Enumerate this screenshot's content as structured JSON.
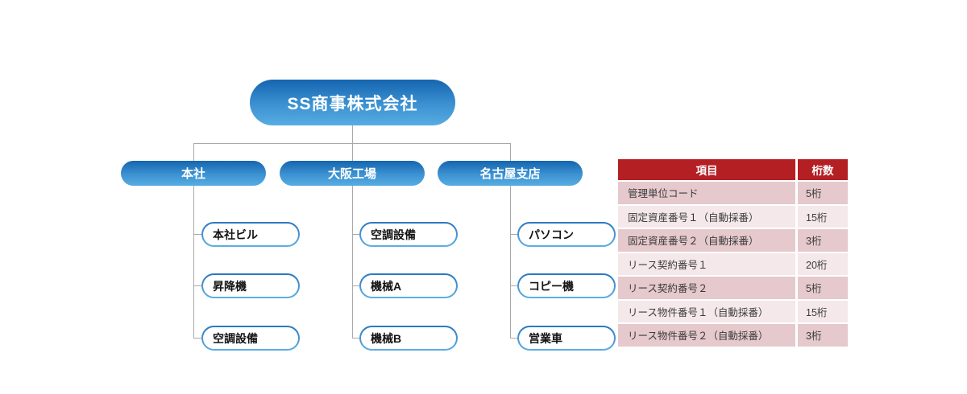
{
  "org": {
    "root": "SS商事株式会社",
    "groups": [
      {
        "label": "本社",
        "children": [
          "本社ビル",
          "昇降機",
          "空調設備"
        ]
      },
      {
        "label": "大阪工場",
        "children": [
          "空調設備",
          "機械A",
          "機械B"
        ]
      },
      {
        "label": "名古屋支店",
        "children": [
          "パソコン",
          "コピー機",
          "営業車"
        ]
      }
    ]
  },
  "table": {
    "headers": [
      "項目",
      "桁数"
    ],
    "rows": [
      {
        "item": "管理単位コード",
        "digits": "5桁"
      },
      {
        "item": "固定資産番号１（自動採番）",
        "digits": "15桁"
      },
      {
        "item": "固定資産番号２（自動採番）",
        "digits": "3桁"
      },
      {
        "item": "リース契約番号１",
        "digits": "20桁"
      },
      {
        "item": "リース契約番号２",
        "digits": "5桁"
      },
      {
        "item": "リース物件番号１（自動採番）",
        "digits": "15桁"
      },
      {
        "item": "リース物件番号２（自動採番）",
        "digits": "3桁"
      }
    ]
  },
  "colors": {
    "node_blue_top": "#1565af",
    "node_blue_bottom": "#57ace1",
    "leaf_border_top": "#2a77c1",
    "leaf_border_bottom": "#5fb0e3",
    "connector_gray": "#a9a9a9",
    "header_red": "#b41f24",
    "row_dark": "#e5c9cd",
    "row_light": "#f5e8ea"
  }
}
